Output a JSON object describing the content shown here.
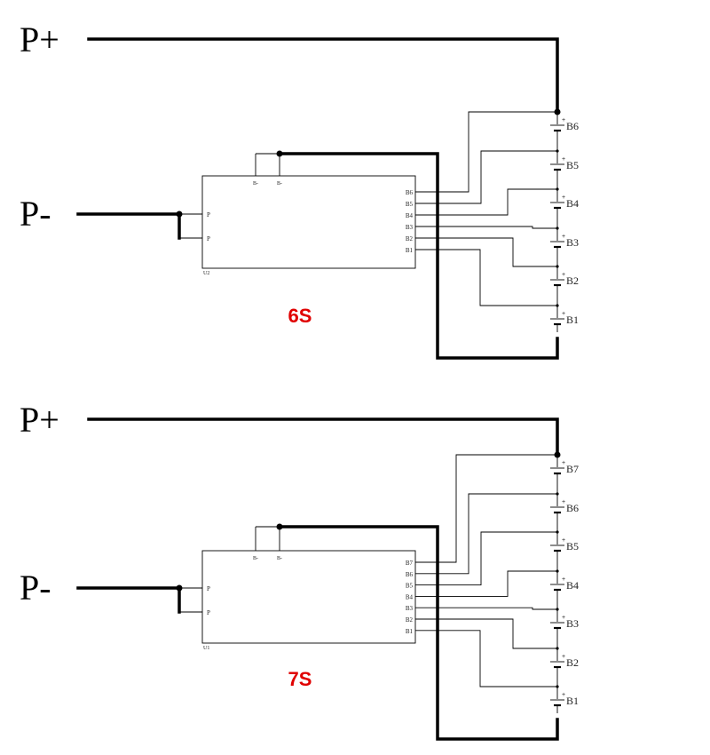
{
  "diagrams": [
    {
      "series_label": "6S",
      "pack_plus": "P+",
      "pack_minus": "P-",
      "ic_ref": "U2",
      "p_pins": [
        "P",
        "P"
      ],
      "top_pins": [
        "B-",
        "B-"
      ],
      "balance_pins": [
        "B6",
        "B5",
        "B4",
        "B3",
        "B2",
        "B1"
      ],
      "cells": [
        "B6",
        "B5",
        "B4",
        "B3",
        "B2",
        "B1"
      ]
    },
    {
      "series_label": "7S",
      "pack_plus": "P+",
      "pack_minus": "P-",
      "ic_ref": "U1",
      "p_pins": [
        "P",
        "P"
      ],
      "top_pins": [
        "B-",
        "B-"
      ],
      "balance_pins": [
        "B7",
        "B6",
        "B5",
        "B4",
        "B3",
        "B2",
        "B1"
      ],
      "cells": [
        "B7",
        "B6",
        "B5",
        "B4",
        "B3",
        "B2",
        "B1"
      ]
    }
  ],
  "colors": {
    "wire": "#000000",
    "series_label": "#e00000",
    "background": "#ffffff"
  }
}
